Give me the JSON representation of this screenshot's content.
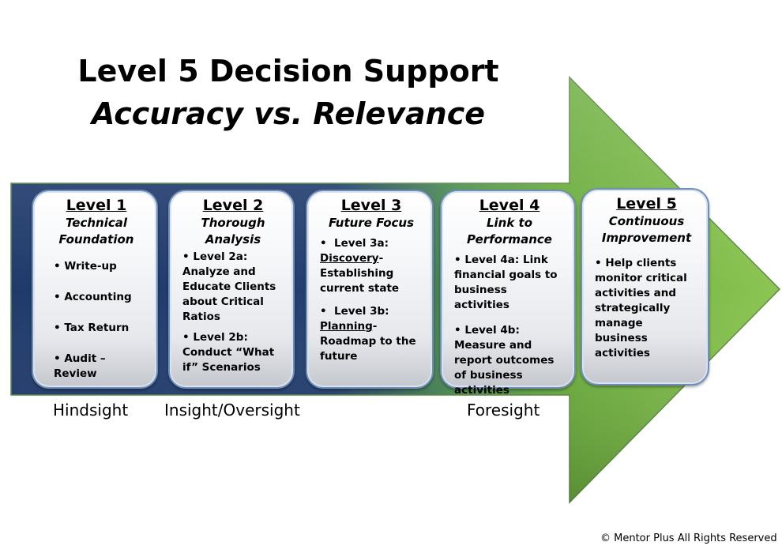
{
  "title": {
    "line1": "Level 5 Decision Support",
    "line2": "Accuracy vs. Relevance"
  },
  "colors": {
    "arrow_blue": "#1f3a6b",
    "arrow_green": "#6aac3c",
    "card_border": "#6f8fb7"
  },
  "levels": [
    {
      "title": "Level 1",
      "subtitle_lines": [
        "Technical",
        "Foundation"
      ],
      "items": [
        "Write-up",
        "Accounting",
        "Tax Return",
        "Audit – Review"
      ]
    },
    {
      "title": "Level 2",
      "subtitle_lines": [
        "Thorough",
        "Analysis"
      ],
      "items": [
        "Level 2a: Analyze and Educate Clients about Critical Ratios",
        "Level 2b: Conduct “What if” Scenarios"
      ]
    },
    {
      "title": "Level 3",
      "subtitle_lines": [
        "Future Focus"
      ],
      "items": [
        {
          "prefix": "Level 3a:",
          "underlined": "Discovery",
          "rest": "- Establishing current state"
        },
        {
          "prefix": "Level 3b:",
          "underlined": "Planning",
          "rest": "- Roadmap to the future"
        }
      ]
    },
    {
      "title": "Level 4",
      "subtitle_lines": [
        "Link to",
        "Performance"
      ],
      "items": [
        "Level 4a: Link financial goals to business activities",
        "Level 4b: Measure and report outcomes of business activities"
      ]
    },
    {
      "title": "Level 5",
      "subtitle_lines": [
        "Continuous",
        "Improvement"
      ],
      "items": [
        "Help clients monitor critical activities and strategically manage business activities"
      ]
    }
  ],
  "sights": [
    "Hindsight",
    "Insight/Oversight",
    "Foresight"
  ],
  "copyright": "© Mentor Plus All Rights Reserved"
}
